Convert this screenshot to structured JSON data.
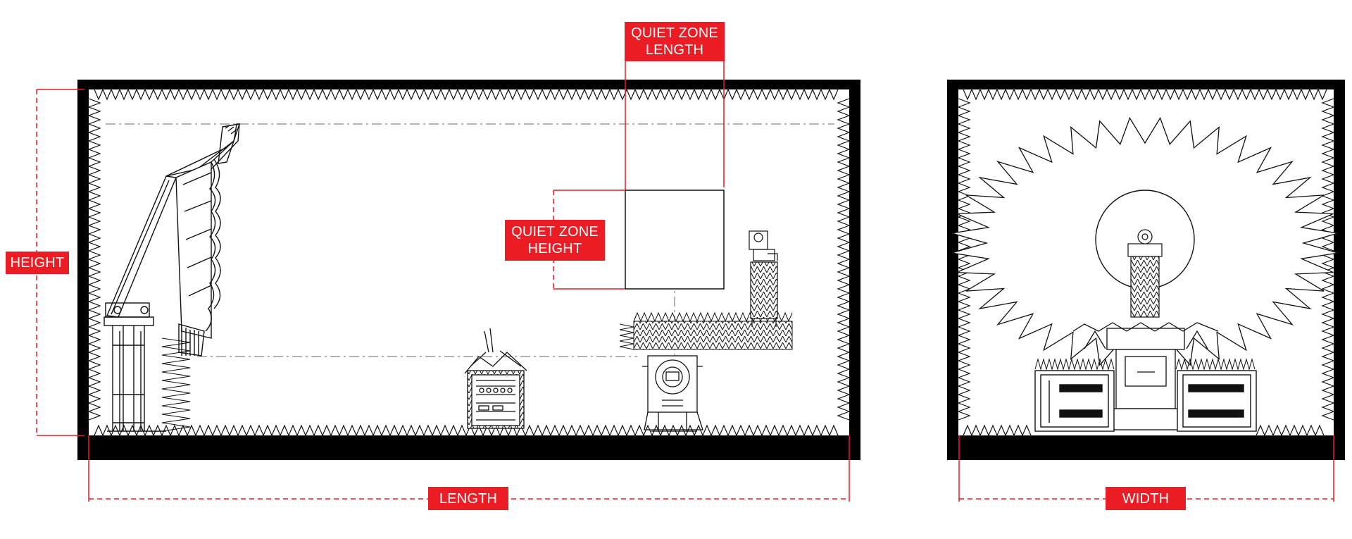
{
  "labels": {
    "height": "HEIGHT",
    "length": "LENGTH",
    "width": "WIDTH",
    "quiet_zone_length": [
      "QUIET ZONE",
      "LENGTH"
    ],
    "quiet_zone_height": [
      "QUIET ZONE",
      "HEIGHT"
    ]
  },
  "colors": {
    "accent": "#ec1c24",
    "walls": "#000000",
    "line_art": "#111111",
    "centerline": "#9a9a9a"
  },
  "views": [
    "side-view",
    "end-view"
  ]
}
